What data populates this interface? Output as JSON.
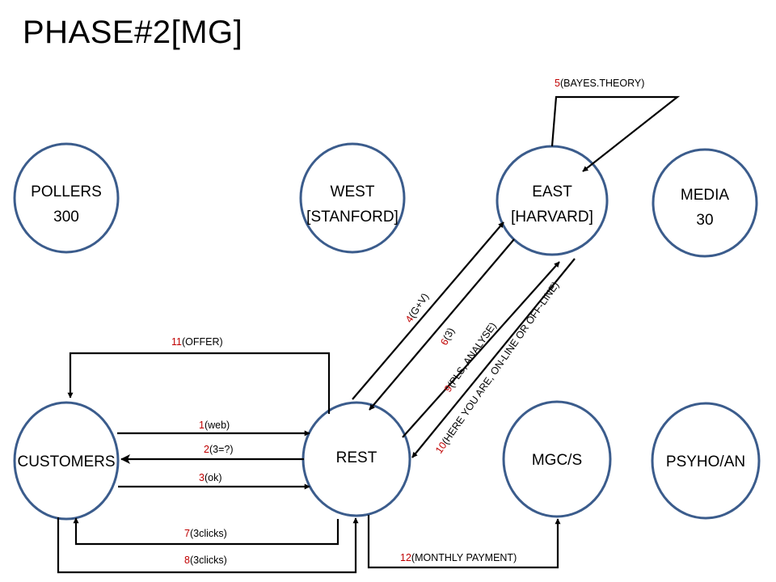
{
  "title": "PHASE#2[MG]",
  "nodes": {
    "pollers": {
      "line1": "POLLERS",
      "line2": "300"
    },
    "west": {
      "line1": "WEST",
      "line2": "[STANFORD]"
    },
    "east": {
      "line1": "EAST",
      "line2": "[HARVARD]"
    },
    "media": {
      "line1": "MEDIA",
      "line2": "30"
    },
    "customers": {
      "line1": "CUSTOMERS"
    },
    "rest": {
      "line1": "REST"
    },
    "mgcs": {
      "line1": "MGC/S"
    },
    "psyho": {
      "line1": "PSYHO/AN"
    }
  },
  "edges": {
    "e1": {
      "num": "1",
      "text": "(web)"
    },
    "e2": {
      "num": "2",
      "text": "(3=?)"
    },
    "e3": {
      "num": "3",
      "text": "(ok)"
    },
    "e4": {
      "num": "4",
      "text": "(G+V)"
    },
    "e5": {
      "num": "5",
      "text": "(BAYES.THEORY)"
    },
    "e6": {
      "num": "6",
      "text": "(3)"
    },
    "e7": {
      "num": "7",
      "text": "(3clicks)"
    },
    "e8": {
      "num": "8",
      "text": "(3clicks)"
    },
    "e9": {
      "num": "9",
      "text": "(PLS, ANALYSE)"
    },
    "e10": {
      "num": "10",
      "text": "(HERE YOU ARE, ON-LINE OR OFF-LINE)"
    },
    "e11": {
      "num": "11",
      "text": "(OFFER)"
    },
    "e12": {
      "num": "12",
      "text": "(MONTHLY PAYMENT)"
    }
  },
  "colors": {
    "node_stroke": "#3b5c8c",
    "step_number": "#c00000",
    "line": "#000000"
  }
}
